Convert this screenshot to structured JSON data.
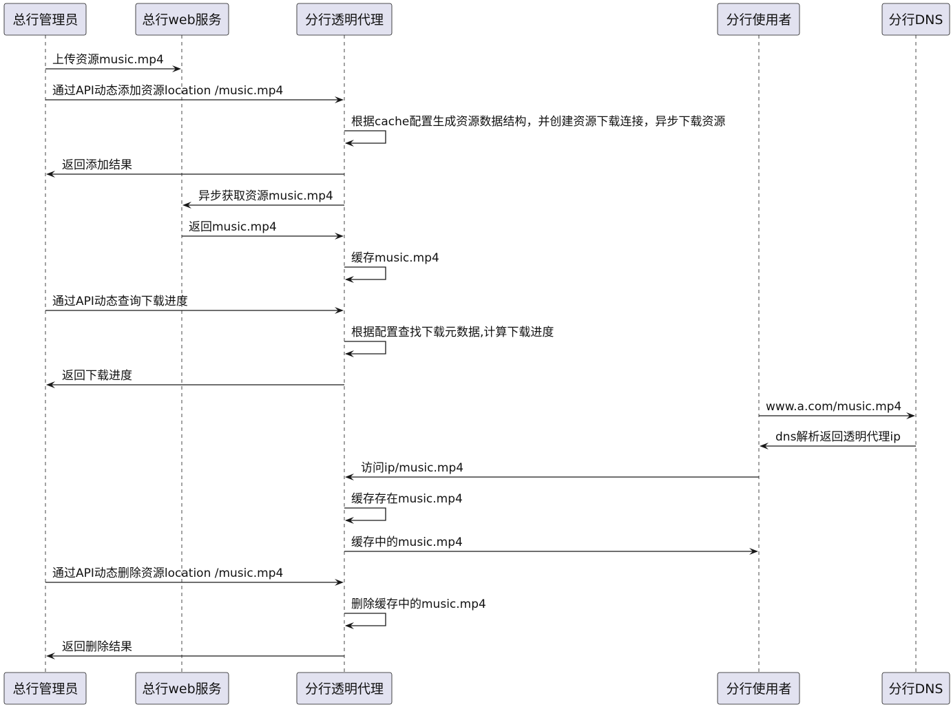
{
  "participants": [
    {
      "id": "admin",
      "label": "总行管理员"
    },
    {
      "id": "web",
      "label": "总行web服务"
    },
    {
      "id": "proxy",
      "label": "分行透明代理"
    },
    {
      "id": "user",
      "label": "分行使用者"
    },
    {
      "id": "dns",
      "label": "分行DNS"
    }
  ],
  "messages": [
    {
      "from": "admin",
      "to": "web",
      "label": "上传资源music.mp4"
    },
    {
      "from": "admin",
      "to": "proxy",
      "label": "通过API动态添加资源location /music.mp4"
    },
    {
      "from": "proxy",
      "to": "proxy",
      "label": "根据cache配置生成资源数据结构，并创建资源下载连接，异步下载资源"
    },
    {
      "from": "proxy",
      "to": "admin",
      "label": "返回添加结果"
    },
    {
      "from": "proxy",
      "to": "web",
      "label": "异步获取资源music.mp4"
    },
    {
      "from": "web",
      "to": "proxy",
      "label": "返回music.mp4"
    },
    {
      "from": "proxy",
      "to": "proxy",
      "label": "缓存music.mp4"
    },
    {
      "from": "admin",
      "to": "proxy",
      "label": "通过API动态查询下载进度"
    },
    {
      "from": "proxy",
      "to": "proxy",
      "label": "根据配置查找下载元数据,计算下载进度"
    },
    {
      "from": "proxy",
      "to": "admin",
      "label": "返回下载进度"
    },
    {
      "from": "user",
      "to": "dns",
      "label": "www.a.com/music.mp4"
    },
    {
      "from": "dns",
      "to": "user",
      "label": "dns解析返回透明代理ip"
    },
    {
      "from": "user",
      "to": "proxy",
      "label": "访问ip/music.mp4"
    },
    {
      "from": "proxy",
      "to": "proxy",
      "label": "缓存存在music.mp4"
    },
    {
      "from": "proxy",
      "to": "user",
      "label": "缓存中的music.mp4"
    },
    {
      "from": "admin",
      "to": "proxy",
      "label": "通过API动态删除资源location /music.mp4"
    },
    {
      "from": "proxy",
      "to": "proxy",
      "label": "删除缓存中的music.mp4"
    },
    {
      "from": "proxy",
      "to": "admin",
      "label": "返回删除结果"
    }
  ]
}
